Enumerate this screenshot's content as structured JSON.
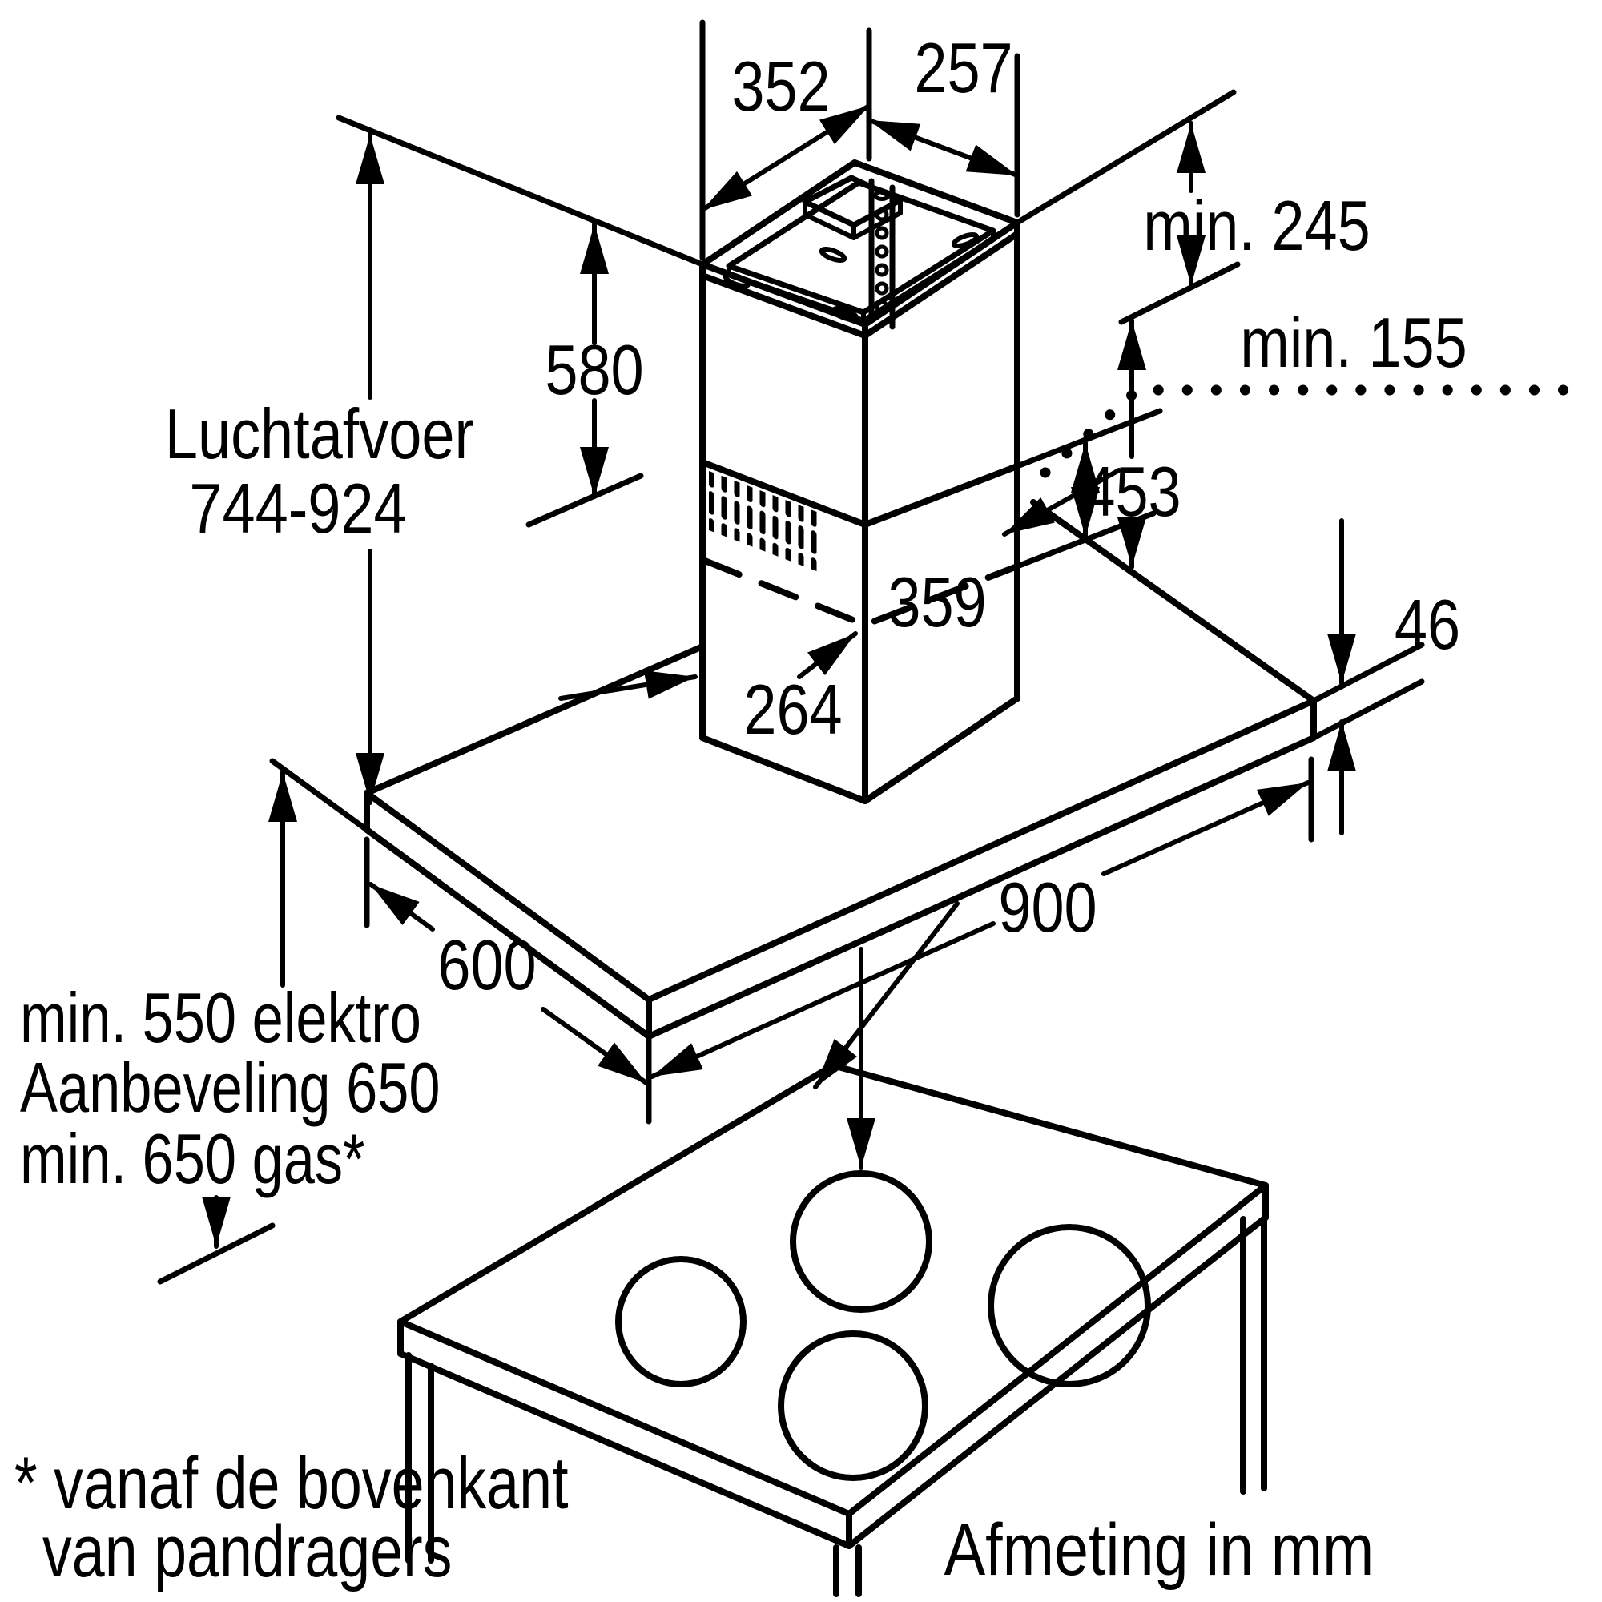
{
  "figure": {
    "type": "installation dimension diagram",
    "product": "island extractor hood with telescopic flue, canopy and cooktop",
    "colors": {
      "line": "#000000",
      "background": "#ffffff"
    }
  },
  "labels": {
    "dim_352": "352",
    "dim_257": "257",
    "dim_min245": "min. 245",
    "dim_min155": "min. 155",
    "dim_580": "580",
    "exhaust_title": "Luchtafvoer",
    "exhaust_range": "744-924",
    "dim_453": "453",
    "dim_359": "359",
    "dim_264": "264",
    "dim_46": "46",
    "dim_900": "900",
    "dim_600": "600",
    "clearance_electric": "min. 550 elektro",
    "clearance_recommended": "Aanbeveling 650",
    "clearance_gas": "min. 650 gas*",
    "footnote_line1": "* vanaf de bovenkant",
    "footnote_line2": "van pandragers",
    "units_note": "Afmeting in mm"
  }
}
